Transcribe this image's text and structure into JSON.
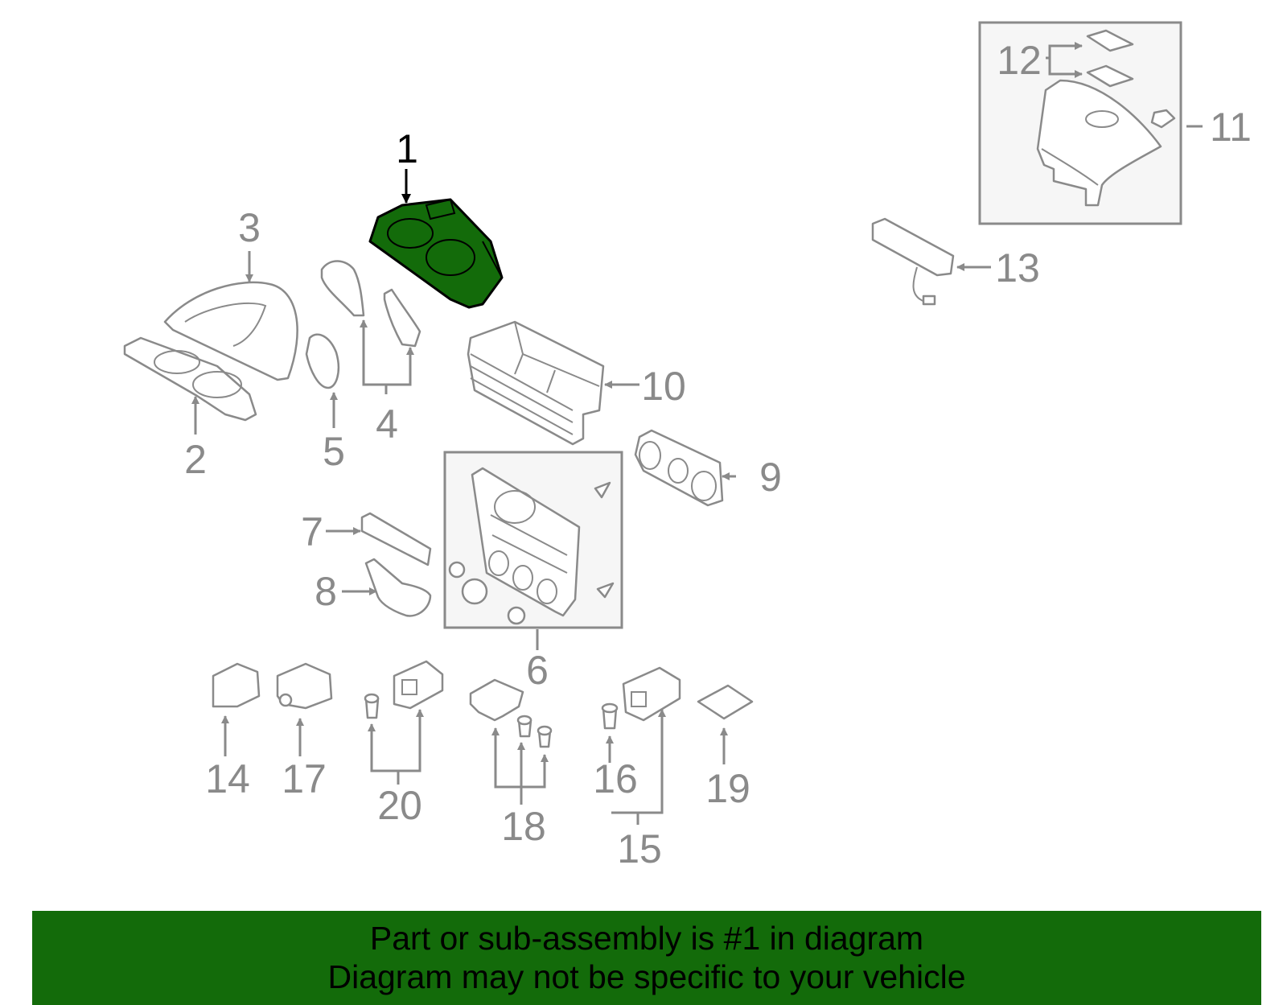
{
  "callouts": [
    "1",
    "2",
    "3",
    "4",
    "5",
    "6",
    "7",
    "8",
    "9",
    "10",
    "11",
    "12",
    "13",
    "14",
    "15",
    "16",
    "17",
    "18",
    "19",
    "20"
  ],
  "highlighted_part": "1",
  "colors": {
    "highlight_fill": "#136b0a",
    "line": "#8a8a8a",
    "banner": "#136b0a"
  },
  "footer": {
    "line1": "Part or sub-assembly is #1 in diagram",
    "line2": "Diagram may not be specific to your vehicle"
  }
}
